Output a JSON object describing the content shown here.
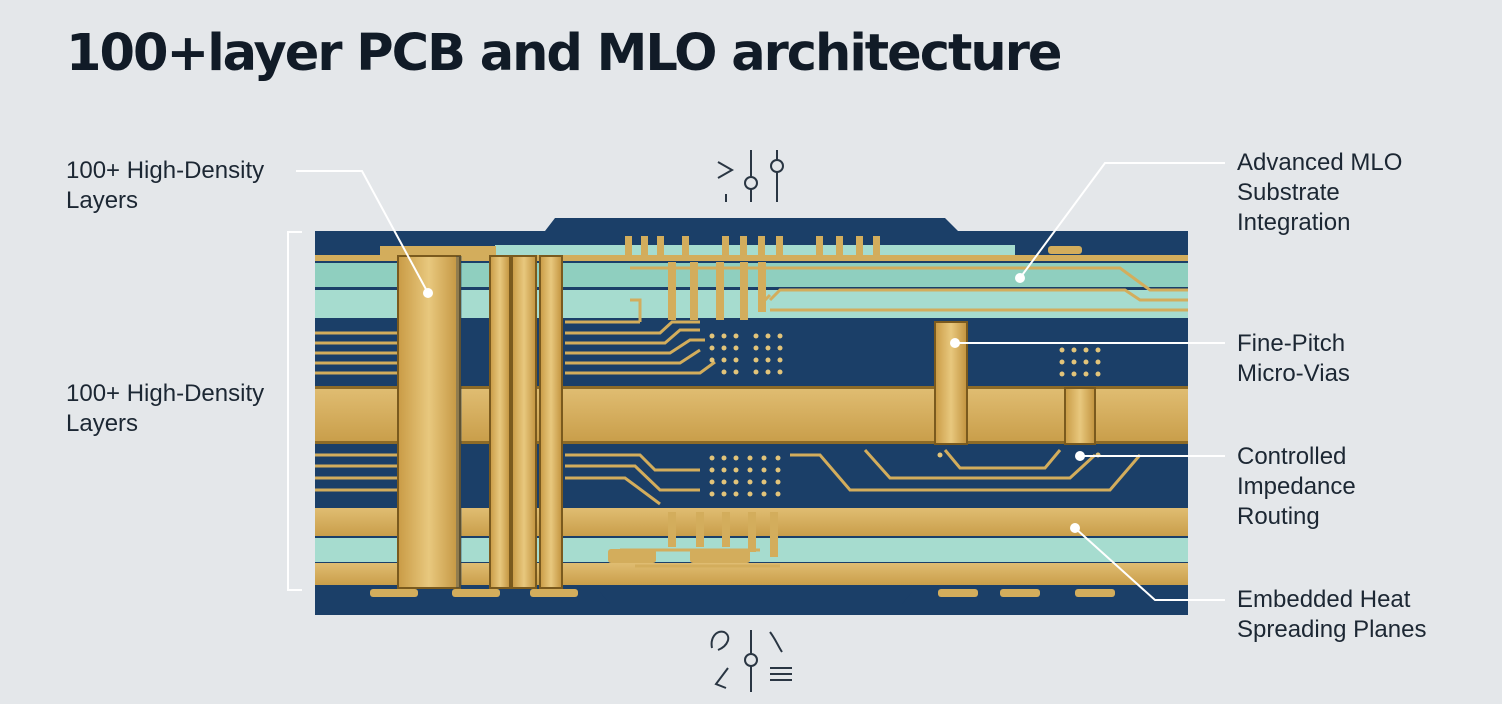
{
  "title": "100+layer PCB and MLO architecture",
  "labels": {
    "top_left": [
      "100+ High-Density",
      "Layers"
    ],
    "mid_left": [
      "100+ High-Density",
      "Layers"
    ],
    "mlo": [
      "Advanced MLO",
      "Substrate",
      "Integration"
    ],
    "micro_vias": [
      "Fine-Pitch",
      "Micro-Vias"
    ],
    "impedance": [
      "Controlled",
      "Impedance",
      "Routing"
    ],
    "heat": [
      "Embedded Heat",
      "Spreading Planes"
    ]
  },
  "colors": {
    "background": "#e4e7ea",
    "navy": "#1b3f68",
    "gold": "#d3ad5c",
    "gold_light": "#e2c47a",
    "teal": "#a6dccf",
    "outline": "#7a5a1e"
  },
  "icons": {
    "top": "signal-probe-icon",
    "bottom": "signal-probe-icon"
  }
}
